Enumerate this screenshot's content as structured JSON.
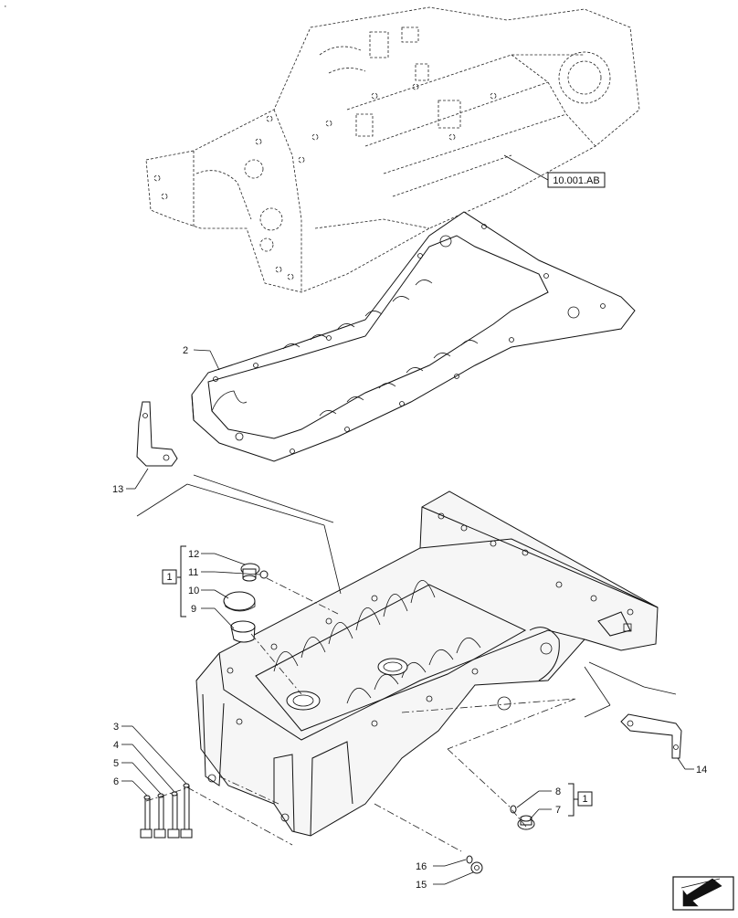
{
  "reference_label": "10.001.AB",
  "callouts": {
    "c2": "2",
    "c3": "3",
    "c4": "4",
    "c5": "5",
    "c6": "6",
    "c7": "7",
    "c8": "8",
    "c9": "9",
    "c10": "10",
    "c11": "11",
    "c12": "12",
    "c13": "13",
    "c14": "14",
    "c15": "15",
    "c16": "16"
  },
  "group_badge": "1",
  "corner_mark": "·"
}
